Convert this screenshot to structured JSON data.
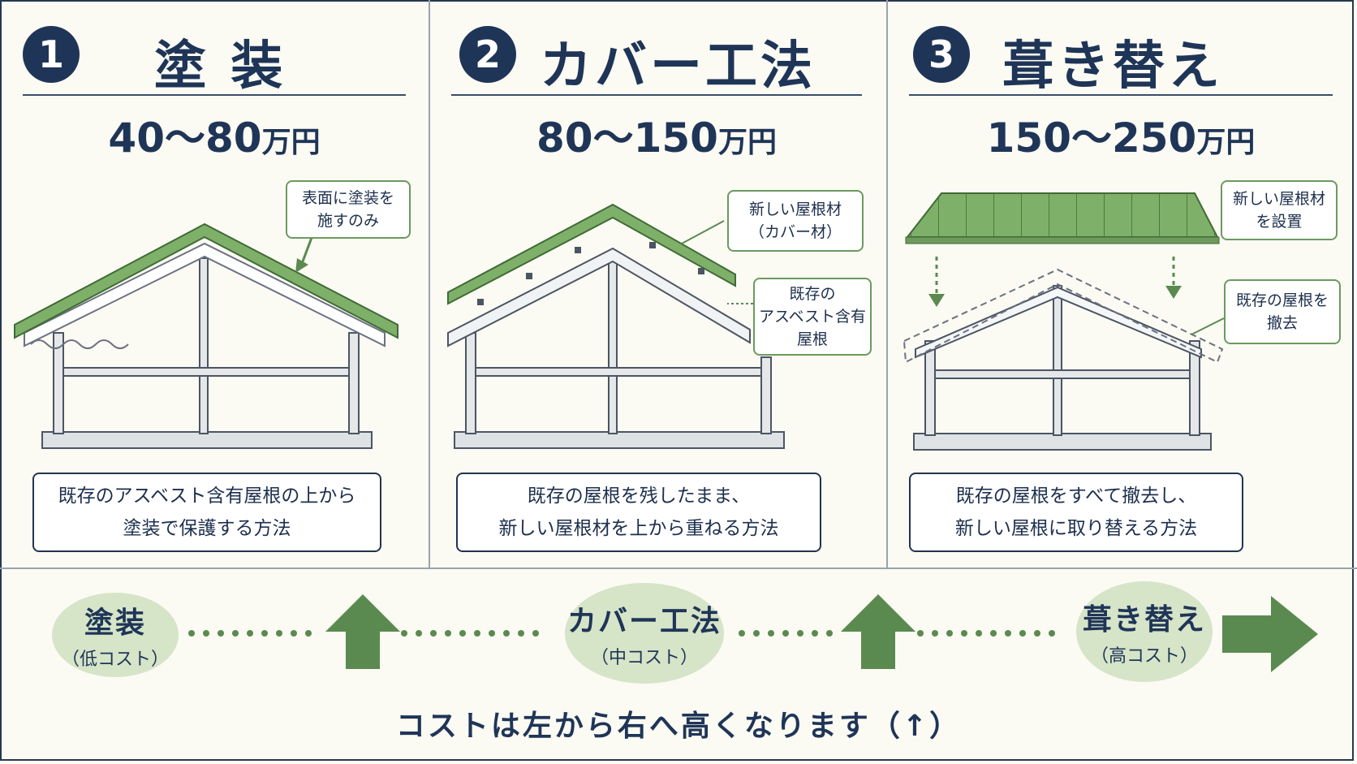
{
  "methods": [
    {
      "number": "1",
      "title": "塗 装",
      "price_range": "40～80",
      "price_unit": "万円",
      "callouts": [
        "表面に塗装を\n施すのみ"
      ],
      "description": "既存のアスベスト含有屋根の上から\n塗装で保護する方法"
    },
    {
      "number": "2",
      "title": "カバー工法",
      "price_range": "80～150",
      "price_unit": "万円",
      "callouts": [
        "新しい屋根材\n（カバー材）",
        "既存の\nアスベスト含有\n屋根"
      ],
      "description": "既存の屋根を残したまま、\n新しい屋根材を上から重ねる方法"
    },
    {
      "number": "3",
      "title": "葺き替え",
      "price_range": "150～250",
      "price_unit": "万円",
      "callouts": [
        "新しい屋根材\nを設置",
        "既存の屋根を\n撤去"
      ],
      "description": "既存の屋根をすべて撤去し、\n新しい屋根に取り替える方法"
    }
  ],
  "cost_scale": [
    {
      "name": "塗装",
      "level": "（低コスト）"
    },
    {
      "name": "カバー工法",
      "level": "（中コスト）"
    },
    {
      "name": "葺き替え",
      "level": "（高コスト）"
    }
  ],
  "footer_note": "コストは左から右へ高くなります（↑）",
  "colors": {
    "navy": "#1f3557",
    "roof_green": "#7fb069",
    "arrow_green": "#5a8a4f",
    "ellipse": "#d6e4c8",
    "callout_border": "#6b9a5e"
  }
}
